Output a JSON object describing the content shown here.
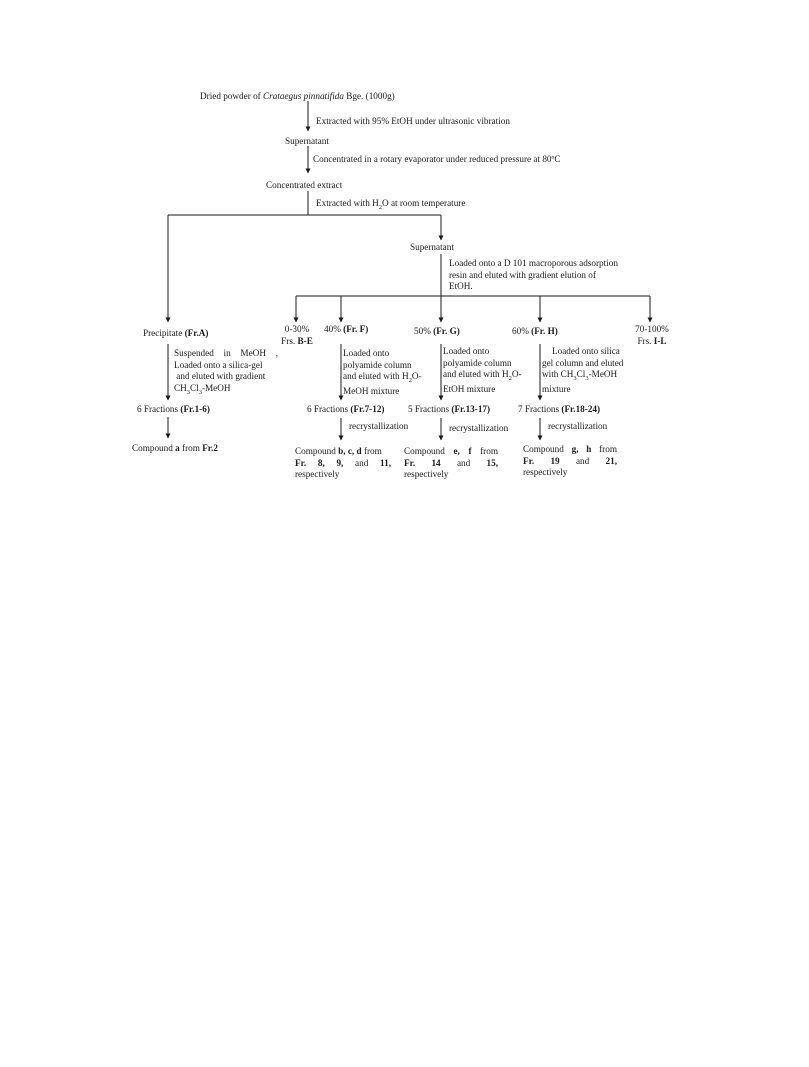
{
  "start": {
    "pre": "Dried powder of ",
    "species": "Crataegus pinnatifida",
    "post": " Bge. (1000g)"
  },
  "step_extract_etoh": "Extracted with 95% EtOH under ultrasonic vibration",
  "supernatant_1": "Supernatant",
  "step_concentrate": "Concentrated in a rotary evaporator under reduced pressure at 80ºC",
  "concentrated_extract": "Concentrated extract",
  "step_water": {
    "pre": "Extracted with H",
    "sub": "2",
    "post": "O at room temperature"
  },
  "supernatant_2": "Supernatant",
  "step_resin": {
    "line1": "Loaded onto a D 101 macroporous adsorption",
    "line2": "resin and eluted with gradient elution of",
    "line3": "EtOH."
  },
  "precipitate": {
    "label": "Precipitate ",
    "fr": "(Fr.A)"
  },
  "frac_0_30": {
    "pct": "0-30%",
    "frs": "Frs. ",
    "frs_bold": "B-E"
  },
  "frac_40": {
    "pct": "40% ",
    "fr": "(Fr. F)"
  },
  "frac_50": {
    "pct": "50% ",
    "fr": "(Fr. G)"
  },
  "frac_60": {
    "pct": "60% ",
    "fr": "(Fr. H)"
  },
  "frac_70_100": {
    "pct": "70-100%",
    "frs": "Frs. ",
    "frs_bold": "I-L"
  },
  "step_a": {
    "line1": "Suspended in MeOH ,",
    "line2": "Loaded onto a silica-gel",
    "line3": " and eluted with gradient",
    "line4_pre": "CH",
    "line4_sub1": "3",
    "line4_mid": "Cl",
    "line4_sub2": "3",
    "line4_post": "-MeOH"
  },
  "step_f": {
    "line1": "Loaded onto",
    "line2": "polyamide column",
    "line3_pre": "and eluted with H",
    "line3_sub": "2",
    "line3_post": "O-",
    "line4": "MeOH mixture"
  },
  "step_g": {
    "line1": "Loaded onto",
    "line2": "polyamide column",
    "line3_pre": "and eluted with H",
    "line3_sub": "2",
    "line3_post": "O-",
    "line4": "EtOH mixture"
  },
  "step_h": {
    "line1": "Loaded onto silica",
    "line2": "gel column and eluted",
    "line3_pre": "with CH",
    "line3_sub1": "3",
    "line3_mid": "Cl",
    "line3_sub2": "3",
    "line3_post": "-MeOH",
    "line4": "mixture"
  },
  "fractions_a": {
    "pre": "6 Fractions ",
    "fr": "(Fr.1-6)"
  },
  "fractions_f": {
    "pre": "6 Fractions ",
    "fr": "(Fr.7-12)"
  },
  "fractions_g": {
    "pre": "5 Fractions ",
    "fr": "(Fr.13-17)"
  },
  "fractions_h": {
    "pre": "7 Fractions ",
    "fr": "(Fr.18-24)"
  },
  "recryst": "recrystallization",
  "compound_a": {
    "pre": "Compound ",
    "c": "a",
    "mid": " from ",
    "fr": "Fr.2"
  },
  "compound_f": {
    "pre": "Compound ",
    "c": "b, c, d",
    "mid": " from",
    "fr_label": "Fr.",
    "n1": "8,",
    "n2": "9,",
    "and_word": "and",
    "n3": "11,",
    "last": "respectively"
  },
  "compound_g": {
    "pre": "Compound ",
    "c1": "e,",
    "c2": "f",
    "from": "from",
    "fr_label": "Fr.",
    "n1": "14",
    "and_word": "and",
    "n2": "15,",
    "last": "respectively"
  },
  "compound_h": {
    "pre": "Compound ",
    "c1": "g,",
    "c2": "h",
    "from": "from",
    "fr_label": "Fr.",
    "n1": "19",
    "and_word": "and",
    "n2": "21,",
    "last": "respectively"
  }
}
